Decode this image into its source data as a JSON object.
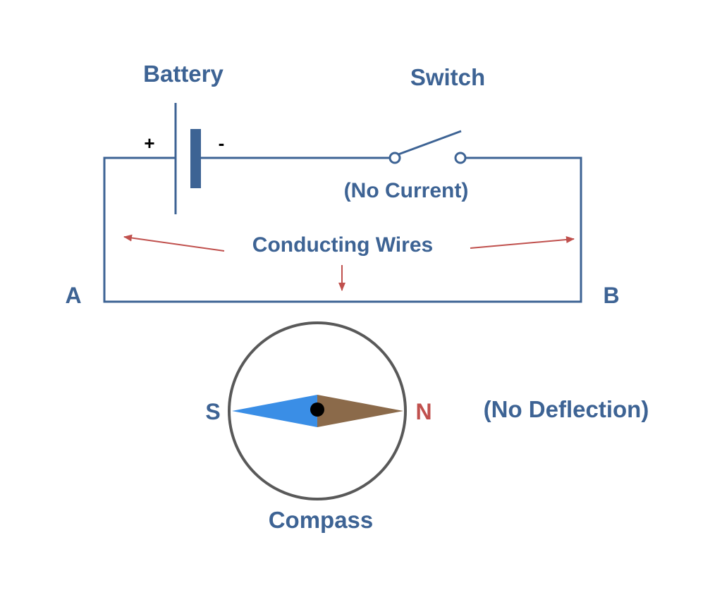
{
  "labels": {
    "battery": "Battery",
    "switch": "Switch",
    "switch_state": "(No Current)",
    "wires": "Conducting Wires",
    "point_a": "A",
    "point_b": "B",
    "compass": "Compass",
    "south": "S",
    "north": "N",
    "deflection": "(No Deflection)",
    "plus": "+",
    "minus": "-"
  },
  "colors": {
    "wire": "#3d6394",
    "label": "#3d6394",
    "arrow": "#c0504d",
    "north_label": "#c0504d",
    "needle_south": "#3a8ee6",
    "needle_north": "#8b6a4a",
    "compass_ring": "#595959",
    "pivot": "#000000"
  },
  "state": {
    "switch": "open",
    "current": "none",
    "needle_deflection": "none"
  }
}
